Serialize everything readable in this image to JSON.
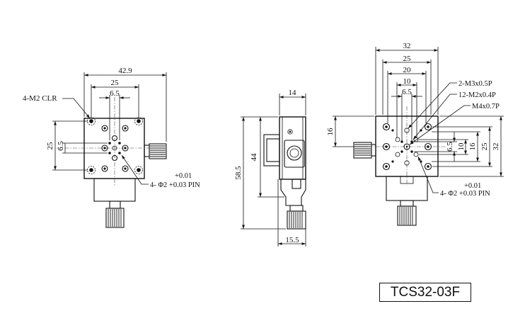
{
  "model": "TCS32-03F",
  "front_view": {
    "dim_width": "42.9",
    "dim_hole_pitch": "25",
    "dim_center": "6.5",
    "dim_height": "25",
    "dim_height_small": "6.5",
    "clr_label": "4-M2 CLR",
    "tol_upper": "+0.01",
    "pin_label": "4- Φ2 +0.03 PIN"
  },
  "side_view": {
    "dim_top": "14",
    "dim_total_height": "58.5",
    "dim_height": "44",
    "dim_bottom": "15.5"
  },
  "top_view": {
    "dim_32": "32",
    "dim_25": "25",
    "dim_20": "20",
    "dim_10": "10",
    "dim_6_5": "6.5",
    "dim_16": "16",
    "label_m3": "2-M3x0.5P",
    "label_m2": "12-M2x0.4P",
    "label_m4": "M4x0.7P",
    "right_6_5": "6.5",
    "right_10": "10",
    "right_16": "16",
    "right_25": "25",
    "right_32": "32",
    "tol_upper": "+0.01",
    "pin_label": "4- Φ2 +0.03 PIN"
  }
}
